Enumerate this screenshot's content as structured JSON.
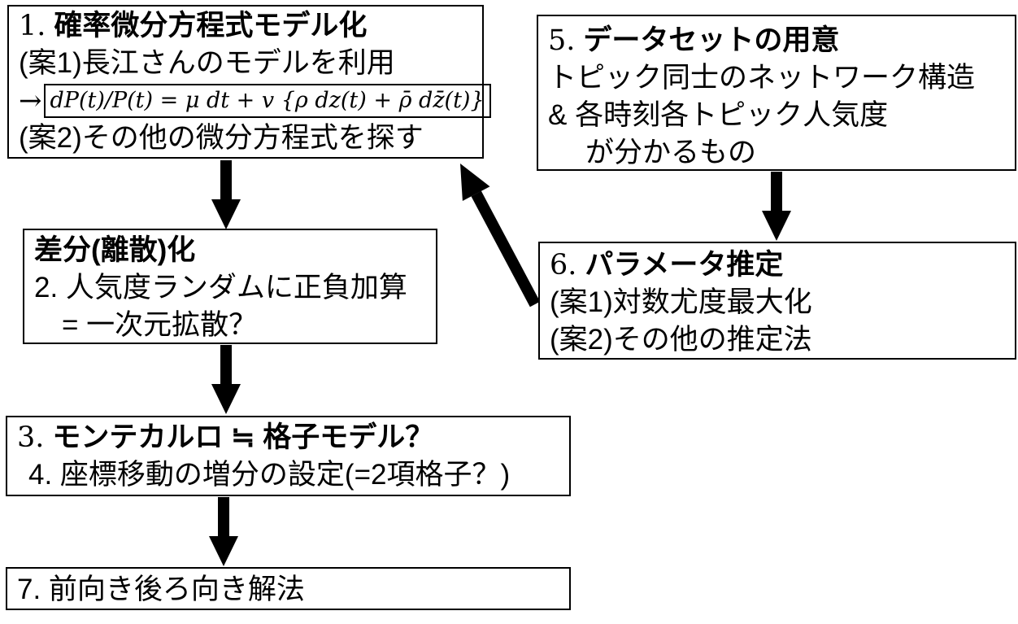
{
  "colors": {
    "background": "#ffffff",
    "border": "#000000",
    "text": "#000000",
    "arrow": "#000000"
  },
  "boxes": {
    "sde_model": {
      "number": "1.",
      "title": "確率微分方程式モデル化",
      "plan1": "(案1)長江さんのモデルを利用",
      "formula_arrow": "→",
      "formula": "dP(t)/P(t) = μ dt + v {ρ dz(t) + ρ̄ dz̄(t)}",
      "plan2": "(案2)その他の微分方程式を探す"
    },
    "dataset": {
      "number": "5.",
      "title": "データセットの用意",
      "line1": "トピック同士のネットワーク構造",
      "line2": "& 各時刻各トピック人気度",
      "line3": "が分かるもの"
    },
    "discretize": {
      "title": "差分(離散)化",
      "line1": "2. 人気度ランダムに正負加算",
      "line2": "= 一次元拡散？"
    },
    "param_est": {
      "number": "6.",
      "title": "パラメータ推定",
      "line1": "(案1)対数尤度最大化",
      "line2": "(案2)その他の推定法"
    },
    "monte_carlo": {
      "number": "3.",
      "title": "モンテカルロ ≒ 格子モデル？",
      "line1": "4. 座標移動の増分の設定(=2項格子？)"
    },
    "solver": {
      "line1": "7. 前向き後ろ向き解法"
    }
  }
}
